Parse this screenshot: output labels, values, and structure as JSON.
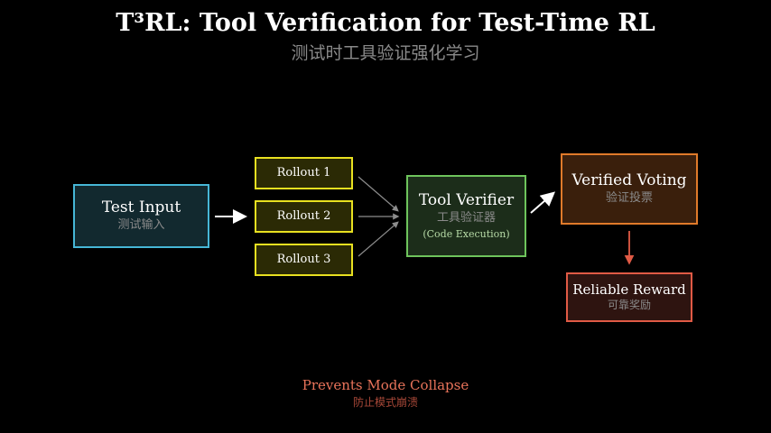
{
  "header": {
    "title": "T³RL: Tool Verification for Test-Time RL",
    "subtitle": "测试时工具验证强化学习"
  },
  "nodes": {
    "test_input": {
      "label": "Test Input",
      "sublabel": "测试输入"
    },
    "rollouts": [
      {
        "label": "Rollout 1"
      },
      {
        "label": "Rollout 2"
      },
      {
        "label": "Rollout 3"
      }
    ],
    "tool_verifier": {
      "label": "Tool Verifier",
      "sublabel": "工具验证器",
      "note": "(Code Execution)"
    },
    "verified_voting": {
      "label": "Verified Voting",
      "sublabel": "验证投票"
    },
    "reliable_reward": {
      "label": "Reliable Reward",
      "sublabel": "可靠奖励"
    }
  },
  "footer": {
    "label": "Prevents Mode Collapse",
    "sublabel": "防止模式崩溃"
  },
  "colors": {
    "background": "#000000",
    "test_input": "#46b6d6",
    "rollout": "#e8e020",
    "tool_verifier": "#6ec45c",
    "verified_voting": "#e07a2a",
    "reliable_reward": "#e05a45",
    "footer": "#e8735a"
  }
}
